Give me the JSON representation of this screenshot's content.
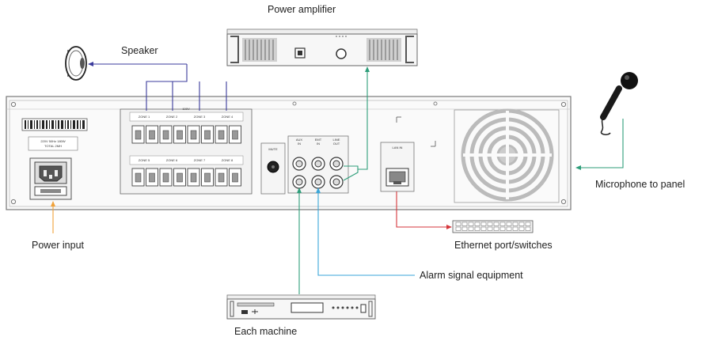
{
  "labels": {
    "power_amplifier": "Power amplifier",
    "speaker": "Speaker",
    "microphone": "Microphone to panel",
    "power_input": "Power input",
    "ethernet": "Ethernet port/switches",
    "alarm": "Alarm signal equipment",
    "each_machine": "Each machine"
  },
  "panel": {
    "zones_top": [
      "ZONE 1",
      "ZONE 2",
      "ZONE 3",
      "ZONE 4"
    ],
    "zones_bottom": [
      "ZONE 5",
      "ZONE 6",
      "ZONE 7",
      "ZONE 8"
    ],
    "voltage": "100V",
    "aux_in": [
      "AUX",
      "IN"
    ],
    "emt_in": [
      "EMT",
      "IN"
    ],
    "line_out": [
      "LINE",
      "OUT"
    ],
    "lan_in": "LAN IN",
    "mute": "MUTE",
    "rating": [
      "220V 50Hz 180W",
      "TOTAL 2MH"
    ]
  },
  "colors": {
    "speaker_line": "#3b3b9c",
    "amp_line": "#2e9e7a",
    "mic_line": "#2e9e7a",
    "power_line": "#f0a23a",
    "ethernet_line": "#d6363b",
    "machine_line": "#2e9e7a",
    "alarm_line": "#3aa6d8"
  }
}
